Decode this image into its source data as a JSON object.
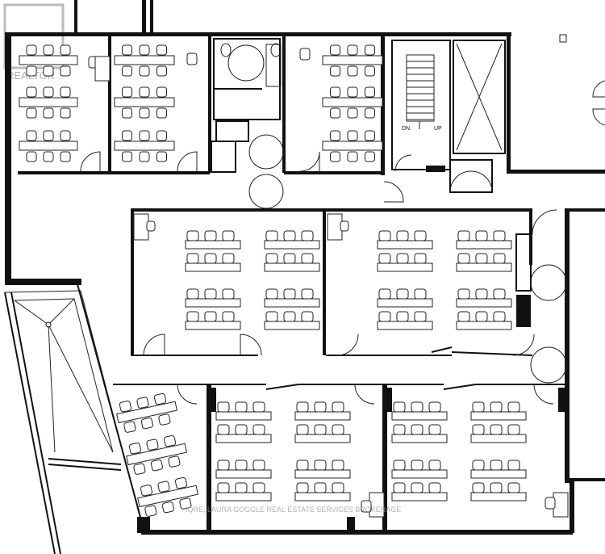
{
  "watermark": {
    "brand": "REALTOR",
    "footer": "IQRE, LAURA GOGGLE REAL ESTATE SERVICES BROKERAGE"
  },
  "stair_labels": {
    "down": "DN.",
    "up": "UP"
  },
  "colors": {
    "ink": "#111111",
    "watermark": "#999999",
    "background": "#ffffff"
  }
}
